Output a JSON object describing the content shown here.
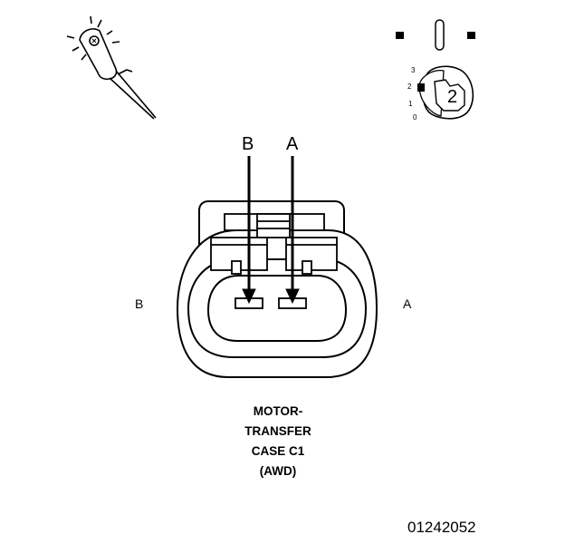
{
  "connector": {
    "pin_labels_top": [
      "B",
      "A"
    ],
    "side_labels": {
      "left": "B",
      "right": "A"
    },
    "title_lines": [
      "MOTOR-",
      "TRANSFER",
      "CASE C1",
      "(AWD)"
    ]
  },
  "probe": {
    "icon": "test-probe-icon"
  },
  "ignition_switch": {
    "icon": "ignition-switch-icon",
    "position_numbers": [
      "3",
      "2",
      "1",
      "0"
    ],
    "selected_position": "2"
  },
  "figure_id": "01242052"
}
